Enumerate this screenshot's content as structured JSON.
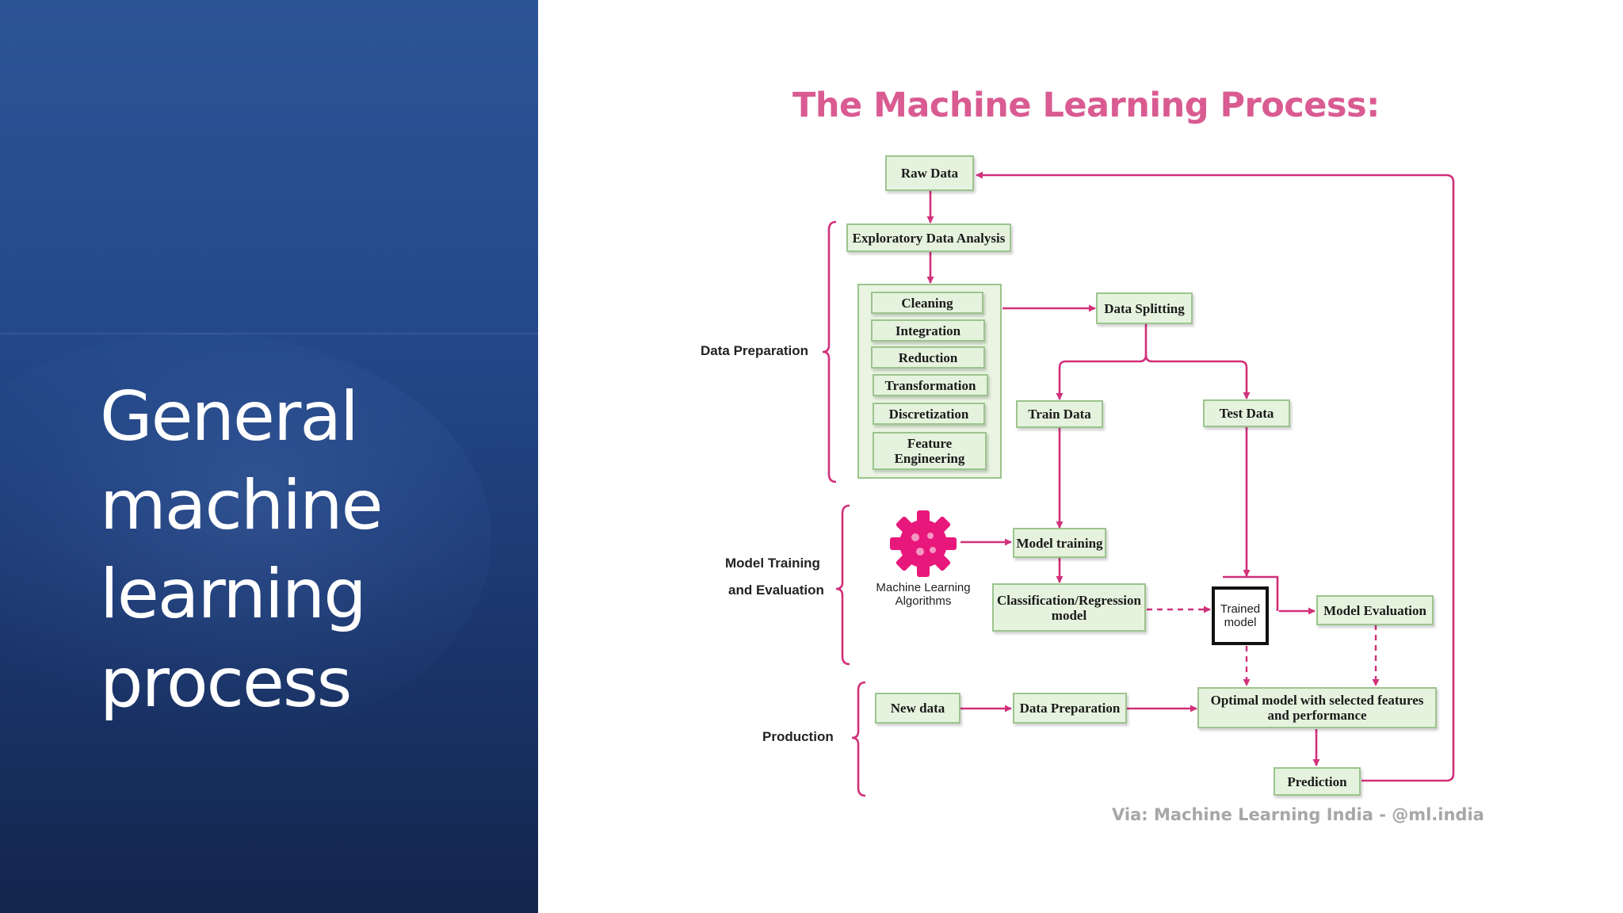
{
  "slide": {
    "title_lines": [
      "General",
      "machine",
      "learning",
      "process"
    ]
  },
  "diagram": {
    "title": "The Machine Learning Process:",
    "credit": "Via: Machine Learning India - @ml.india",
    "sections": {
      "data_preparation": "Data Preparation",
      "model_training_line1": "Model Training",
      "model_training_line2": "and Evaluation",
      "production": "Production"
    },
    "nodes": {
      "raw_data": "Raw Data",
      "eda": "Exploratory Data Analysis",
      "cleaning": "Cleaning",
      "integration": "Integration",
      "reduction": "Reduction",
      "transformation": "Transformation",
      "discretization": "Discretization",
      "feature_line1": "Feature",
      "feature_line2": "Engineering",
      "data_splitting": "Data Splitting",
      "train_data": "Train Data",
      "test_data": "Test Data",
      "model_training": "Model training",
      "classification_line1": "Classification/Regression",
      "classification_line2": "model",
      "trained_line1": "Trained",
      "trained_line2": "model",
      "model_evaluation": "Model Evaluation",
      "new_data": "New data",
      "data_preparation": "Data Preparation",
      "optimal_line1": "Optimal model with selected features",
      "optimal_line2": "and performance",
      "prediction": "Prediction"
    },
    "algo_label_line1": "Machine Learning",
    "algo_label_line2": "Algorithms",
    "colors": {
      "accent": "#d1307a",
      "title": "#d95b91",
      "node_fill": "#e5f3de",
      "node_border": "#9cc48e",
      "gear": "#e8177b"
    },
    "gear_icon": "gear-icon"
  }
}
